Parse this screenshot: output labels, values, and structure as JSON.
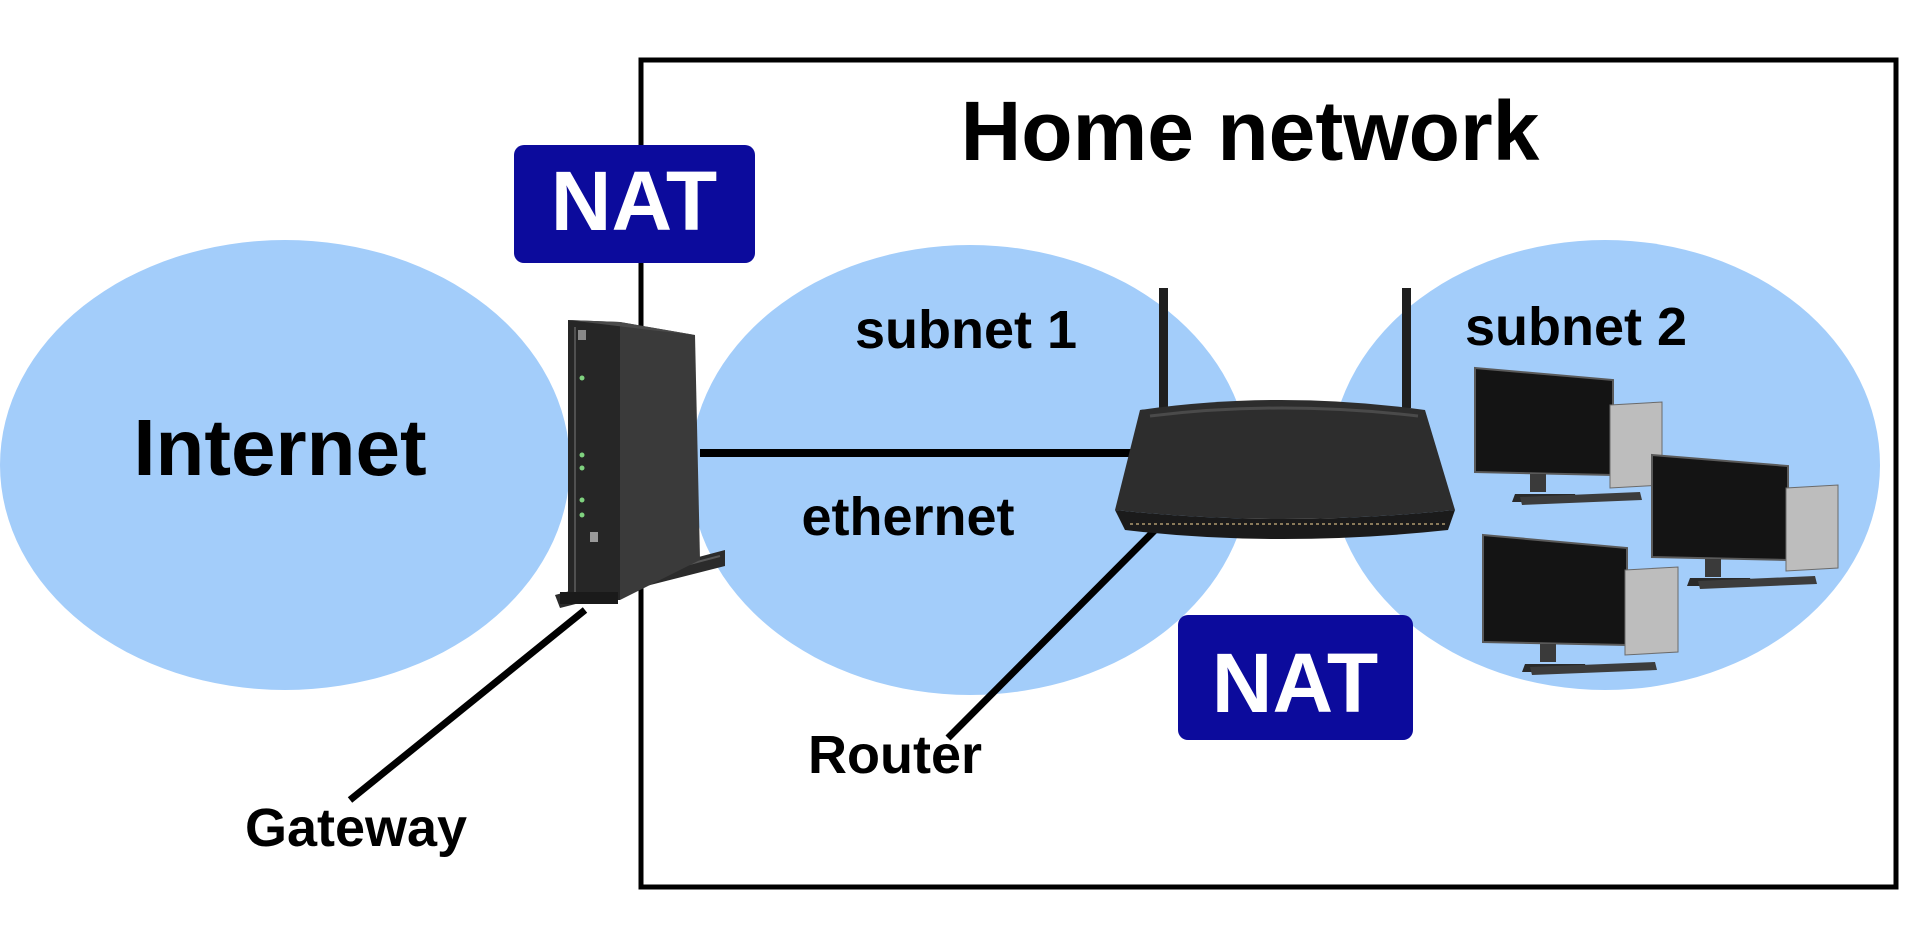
{
  "title": "Home network",
  "regions": {
    "internet": "Internet",
    "subnet1": "subnet 1",
    "subnet2": "subnet 2"
  },
  "link_label": "ethernet",
  "badges": {
    "gateway_nat": "NAT",
    "router_nat": "NAT"
  },
  "callouts": {
    "gateway": "Gateway",
    "router": "Router"
  },
  "colors": {
    "cloud": "#a3cdfa",
    "nat_badge": "#0c0b9c",
    "device": "#2a2a2a",
    "line": "#000000"
  },
  "icons": {
    "gateway": "gateway-modem-icon",
    "router": "wireless-router-icon",
    "computers": "desktop-computer-icon"
  }
}
